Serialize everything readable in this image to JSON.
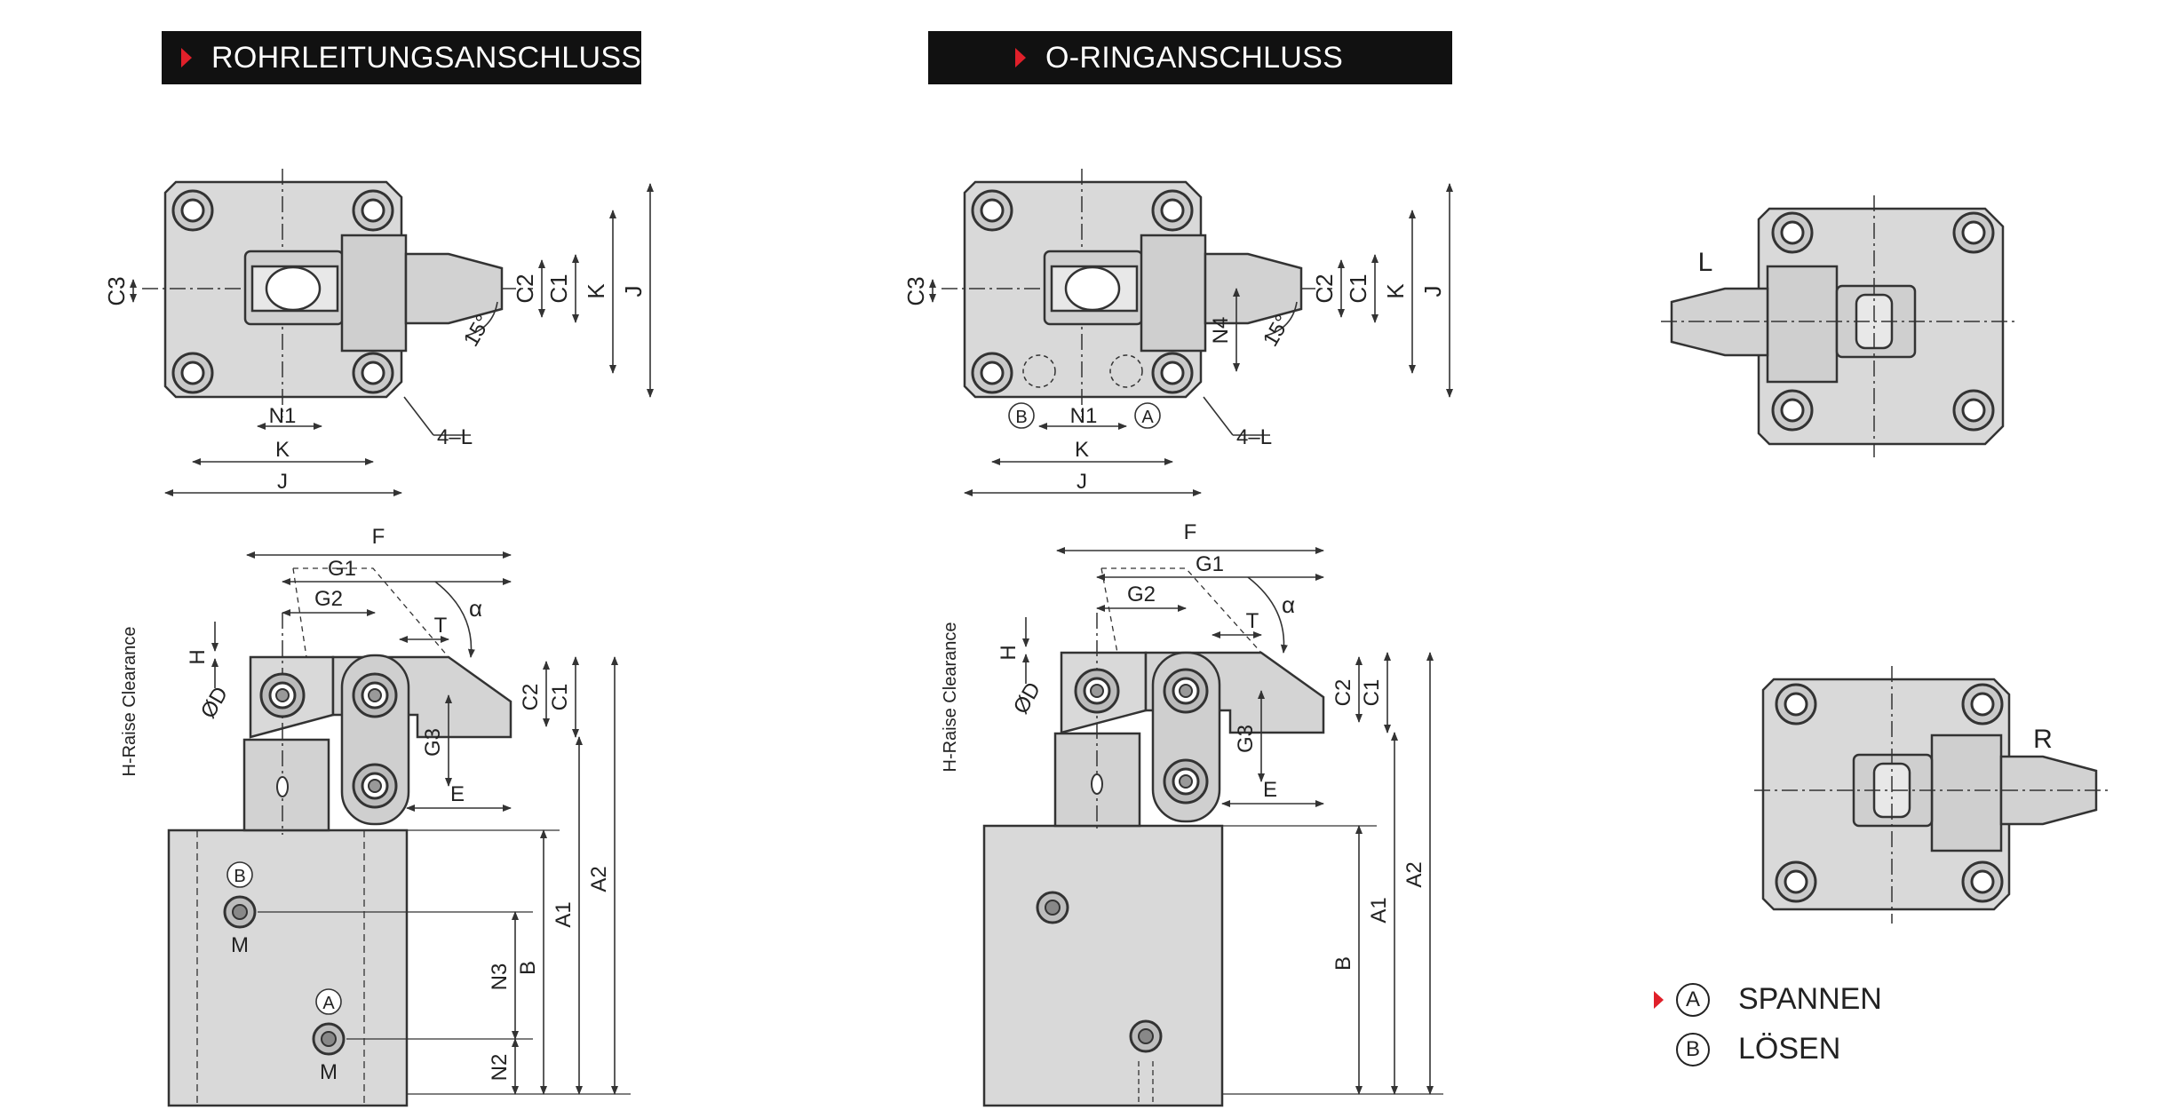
{
  "headers": {
    "pipe": "ROHRLEITUNGSANSCHLUSS",
    "oring": "O-RINGANSCHLUSS"
  },
  "top_labels": {
    "C3": "C3",
    "C2": "C2",
    "C1": "C1",
    "K": "K",
    "J": "J",
    "N1": "N1",
    "N4": "N4",
    "angle": "15°",
    "holes": "4–L"
  },
  "port_labels": {
    "A": "A",
    "B": "B"
  },
  "front_labels": {
    "F": "F",
    "G1": "G1",
    "G2": "G2",
    "G3": "G3",
    "T": "T",
    "alpha": "α",
    "H": "H",
    "D": "ØD",
    "C2": "C2",
    "C1": "C1",
    "E": "E",
    "A1": "A1",
    "A2": "A2",
    "B": "B",
    "N2": "N2",
    "N3": "N3",
    "M": "M",
    "clearance": "H-Raise Clearance"
  },
  "side_labels": {
    "L": "L",
    "R": "R"
  },
  "legend": {
    "clamp": {
      "symbol": "A",
      "label": "SPANNEN"
    },
    "release": {
      "symbol": "B",
      "label": "LÖSEN"
    }
  },
  "colors": {
    "accent": "#e0202a",
    "body": "#d9d9d9",
    "line": "#333333"
  }
}
